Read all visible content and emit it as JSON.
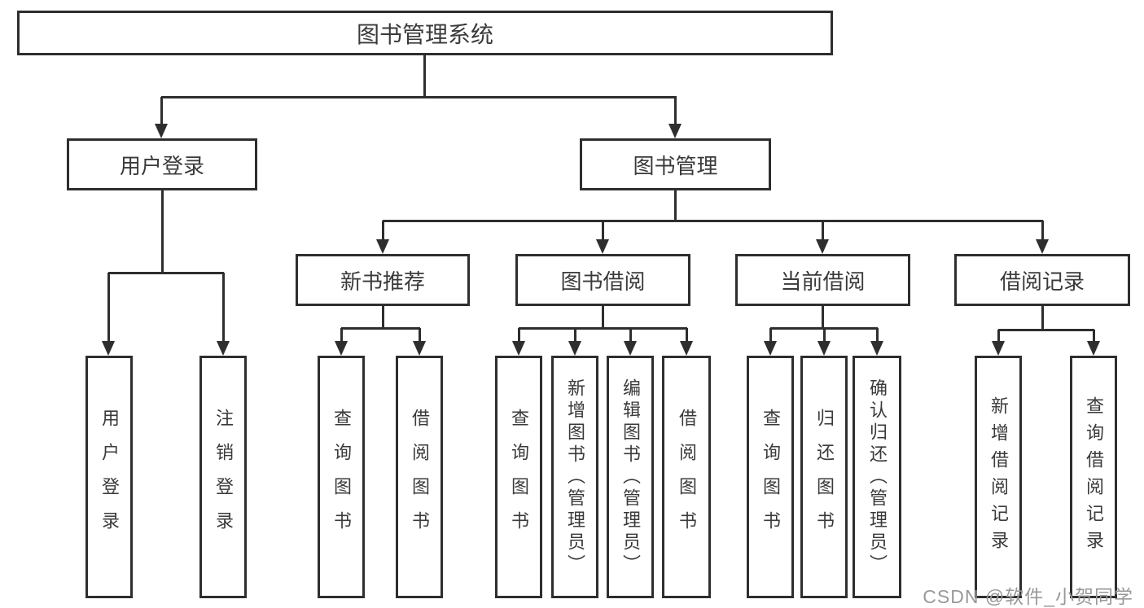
{
  "tree": {
    "label": "图书管理系统",
    "children": [
      {
        "label": "用户登录",
        "children": [
          {
            "label": "用户登录"
          },
          {
            "label": "注销登录"
          }
        ]
      },
      {
        "label": "图书管理",
        "children": [
          {
            "label": "新书推荐",
            "children": [
              {
                "label": "查询图书"
              },
              {
                "label": "借阅图书"
              }
            ]
          },
          {
            "label": "图书借阅",
            "children": [
              {
                "label": "查询图书"
              },
              {
                "label": "新增图书（管理员）"
              },
              {
                "label": "编辑图书（管理员）"
              },
              {
                "label": "借阅图书"
              }
            ]
          },
          {
            "label": "当前借阅",
            "children": [
              {
                "label": "查询图书"
              },
              {
                "label": "归还图书"
              },
              {
                "label": "确认归还（管理员）"
              }
            ]
          },
          {
            "label": "借阅记录",
            "children": [
              {
                "label": "新增借阅记录"
              },
              {
                "label": "查询借阅记录"
              }
            ]
          }
        ]
      }
    ]
  },
  "watermark": {
    "text": "CSDN @软件_小贺同学"
  },
  "colors": {
    "line": "#2e2e2e",
    "text": "#3a3a3a",
    "watermark": "#999999",
    "background": "#ffffff"
  }
}
